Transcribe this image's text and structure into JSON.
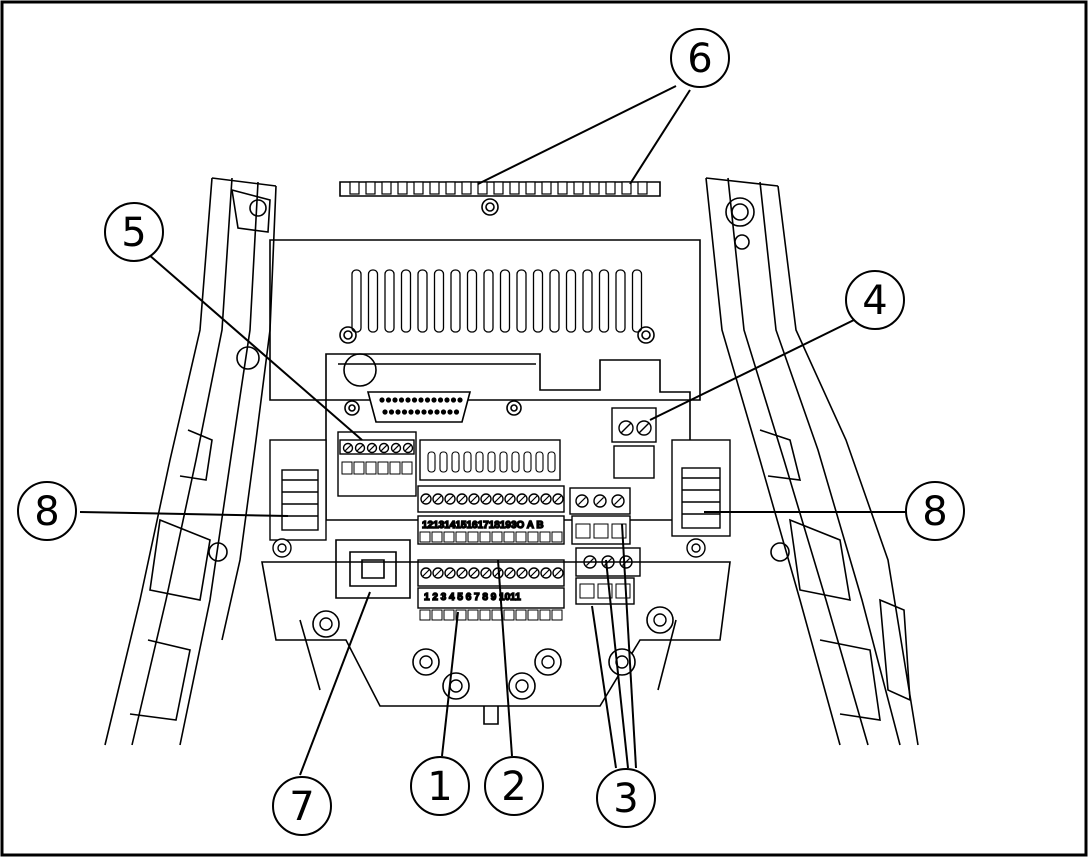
{
  "figure": {
    "description_kind": "technical line drawing of drive control unit with terminal callouts"
  },
  "callouts": [
    {
      "id": "1",
      "label": "1"
    },
    {
      "id": "2",
      "label": "2"
    },
    {
      "id": "3",
      "label": "3"
    },
    {
      "id": "4",
      "label": "4"
    },
    {
      "id": "5",
      "label": "5"
    },
    {
      "id": "6",
      "label": "6"
    },
    {
      "id": "7",
      "label": "7"
    },
    {
      "id": "8-left",
      "label": "8"
    },
    {
      "id": "8-right",
      "label": "8"
    }
  ],
  "terminals": {
    "upper_row": "12131415161718193O A B",
    "lower_row": "1 2 3 4 5 6 7 8 9 1011"
  }
}
